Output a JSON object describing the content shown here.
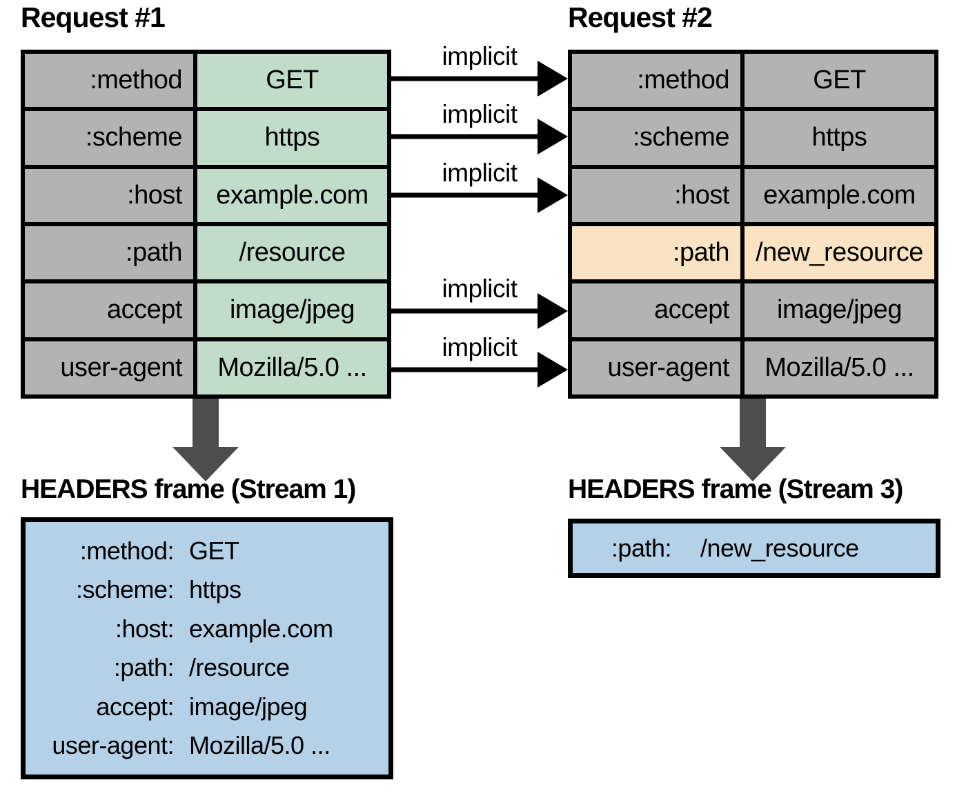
{
  "titles": {
    "request1": "Request #1",
    "request2": "Request #2",
    "frame1": "HEADERS frame (Stream 1)",
    "frame2": "HEADERS frame (Stream 3)"
  },
  "request1": {
    "rows": [
      {
        "name": ":method",
        "value": "GET"
      },
      {
        "name": ":scheme",
        "value": "https"
      },
      {
        "name": ":host",
        "value": "example.com"
      },
      {
        "name": ":path",
        "value": "/resource"
      },
      {
        "name": "accept",
        "value": "image/jpeg"
      },
      {
        "name": "user-agent",
        "value": "Mozilla/5.0 ..."
      }
    ]
  },
  "request2": {
    "rows": [
      {
        "name": ":method",
        "value": "GET",
        "highlighted": false
      },
      {
        "name": ":scheme",
        "value": "https",
        "highlighted": false
      },
      {
        "name": ":host",
        "value": "example.com",
        "highlighted": false
      },
      {
        "name": ":path",
        "value": "/new_resource",
        "highlighted": true
      },
      {
        "name": "accept",
        "value": "image/jpeg",
        "highlighted": false
      },
      {
        "name": "user-agent",
        "value": "Mozilla/5.0 ...",
        "highlighted": false
      }
    ]
  },
  "arrows": {
    "labels": [
      "implicit",
      "implicit",
      "implicit",
      "implicit",
      "implicit"
    ]
  },
  "frame1": {
    "lines": [
      {
        "name": ":method:",
        "value": "GET"
      },
      {
        "name": ":scheme:",
        "value": "https"
      },
      {
        "name": ":host:",
        "value": "example.com"
      },
      {
        "name": ":path:",
        "value": "/resource"
      },
      {
        "name": "accept:",
        "value": "image/jpeg"
      },
      {
        "name": "user-agent:",
        "value": "Mozilla/5.0 ..."
      }
    ]
  },
  "frame2": {
    "lines": [
      {
        "name": ":path:",
        "value": "/new_resource"
      }
    ]
  },
  "colors": {
    "gray": "#b3b3b3",
    "green": "#c2dcca",
    "orange": "#f9e3c2",
    "blue": "#b5d1e8",
    "arrow_dark": "#4d4d4d",
    "border": "#000000"
  }
}
